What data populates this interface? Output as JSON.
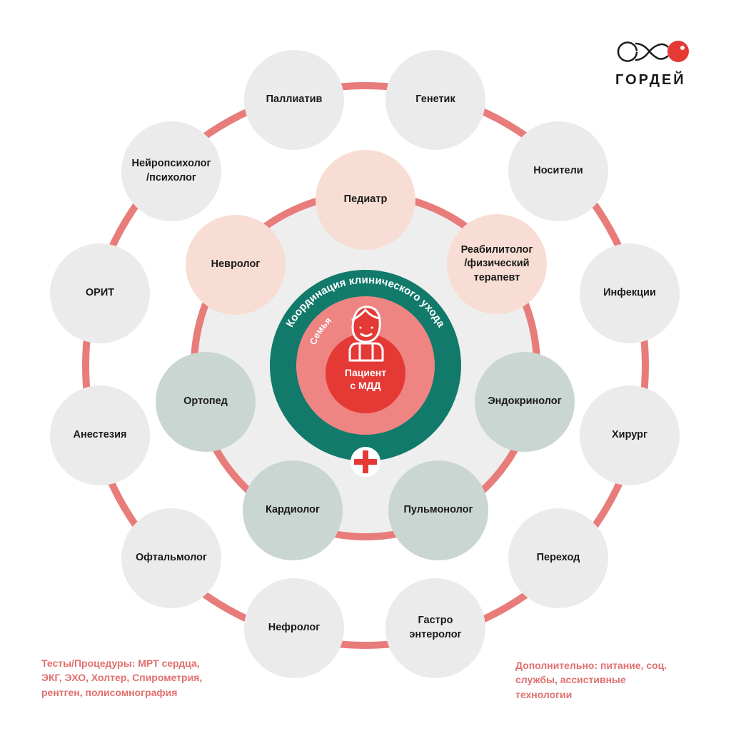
{
  "colors": {
    "ring": "#e87c7b",
    "teal": "#127a6a",
    "family": "#ef8583",
    "patient": "#e53935",
    "note": "#e0706f",
    "outer_node": "#ebebeb",
    "peach_node": "#f7ddd3",
    "sage_node": "#c9d6d1"
  },
  "logo": {
    "word": "ГОРДЕЙ",
    "icon": "balloon-logo-icon"
  },
  "center": {
    "coordination": "Координация клинического ухода",
    "family": "Семья",
    "patient": "Пациент\nс МДД",
    "patient_icon": "person-icon",
    "cross_icon": "medical-cross-icon"
  },
  "outer_nodes": [
    "Паллиатив",
    "Генетик",
    "Носители",
    "Инфекции",
    "Хирург",
    "Переход",
    "Гастро\nэнтеролог",
    "Нефролог",
    "Офтальмолог",
    "Анестезия",
    "ОРИТ",
    "Нейропсихолог\n/психолог"
  ],
  "inner_nodes": [
    "Педиатр",
    "Реабилитолог\n/физический\nтерапевт",
    "Эндокринолог",
    "Пульмонолог",
    "Кардиолог",
    "Ортопед",
    "Невролог"
  ],
  "notes": {
    "tests": "Тесты/Процедуры: МРТ сердца,\nЭКГ, ЭХО, Холтер, Спирометрия,\nрентген, полисомнография",
    "extra": "Дополнительно: питание, соц.\nслужбы, ассистивные\nтехнологии"
  }
}
